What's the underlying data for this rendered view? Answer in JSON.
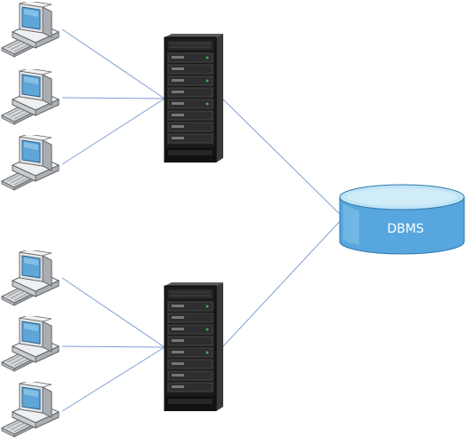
{
  "diagram": {
    "database_label": "DBMS",
    "client_groups": [
      {
        "server": "server-1",
        "clients": [
          "client-1",
          "client-2",
          "client-3"
        ]
      },
      {
        "server": "server-2",
        "clients": [
          "client-4",
          "client-5",
          "client-6"
        ]
      }
    ],
    "colors": {
      "link_line": "#7f9fd3",
      "db_body": "#57a6dd",
      "db_top": "#bfe4f6",
      "server_body": "#1c1c1c",
      "monitor_body": "#d9dde0",
      "monitor_screen": "#5ea6d8"
    },
    "icons": [
      "computer-icon",
      "server-tower-icon",
      "database-icon"
    ]
  }
}
